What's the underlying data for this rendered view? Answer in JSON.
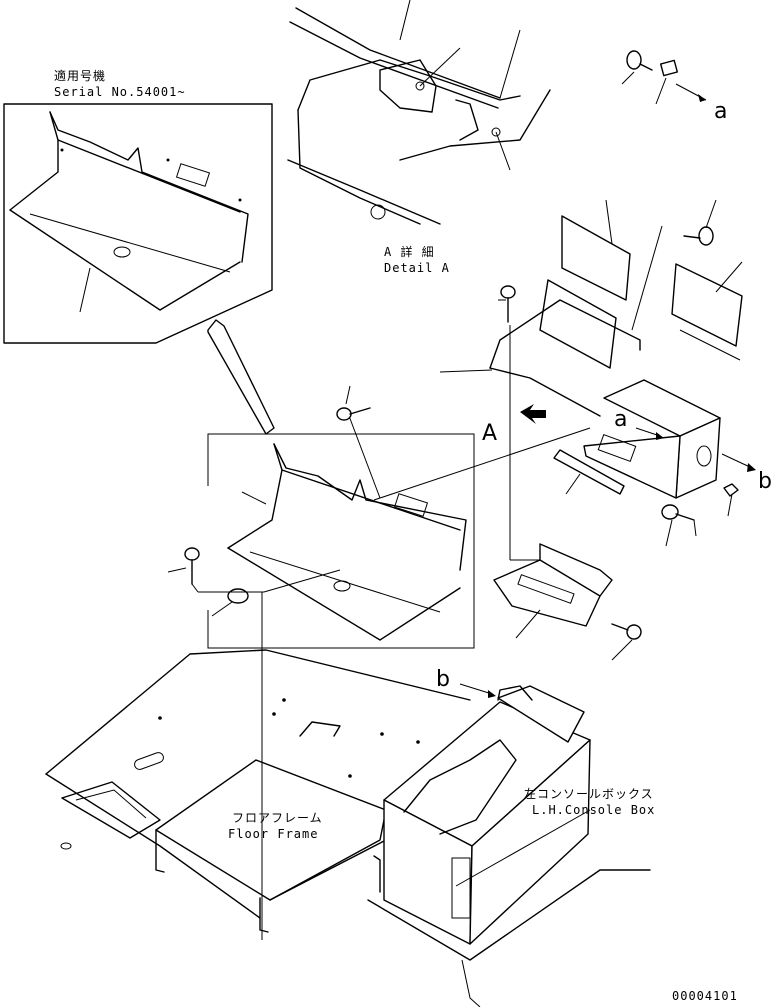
{
  "inset_header": {
    "jp": "適用号機",
    "en": "Serial No.54001~"
  },
  "detail_a": {
    "jp": "A 詳 細",
    "en": "Detail A"
  },
  "floor_frame": {
    "jp": "フロアフレーム",
    "en": "Floor Frame"
  },
  "console_box": {
    "jp": "左コンソールボックス",
    "en": "L.H.Console Box"
  },
  "view_refs": {
    "a": "a",
    "b": "b",
    "A": "A"
  },
  "drawing_number": "00004101"
}
